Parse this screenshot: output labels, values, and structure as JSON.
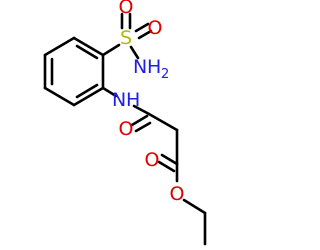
{
  "molecule": {
    "atoms": {
      "sulfur": "S",
      "oxygen": "O",
      "nitrogen": "N",
      "hydrogen": "H",
      "subscript_two": "2"
    },
    "colors": {
      "bond": "#000000",
      "sulfur": "#b8b800",
      "oxygen": "#e00000",
      "nitrogen": "#2020e0"
    }
  }
}
